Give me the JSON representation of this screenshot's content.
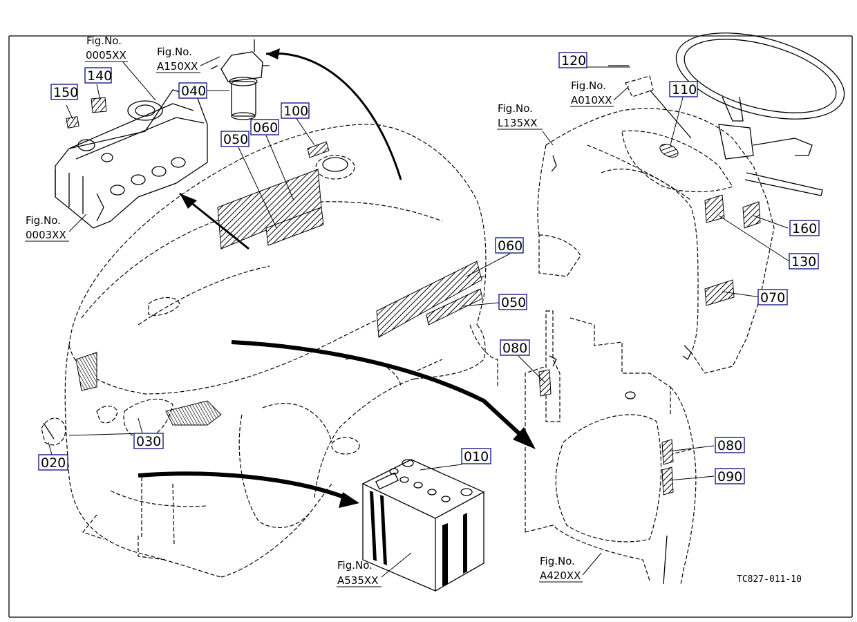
{
  "figure_refs": {
    "f0005": {
      "line1": "Fig.No.",
      "line2": "0005XX"
    },
    "fa150": {
      "line1": "Fig.No.",
      "line2": "A150XX"
    },
    "f0003": {
      "line1": "Fig.No.",
      "line2": "0003XX"
    },
    "fa010": {
      "line1": "Fig.No.",
      "line2": "A010XX"
    },
    "fl135": {
      "line1": "Fig.No.",
      "line2": "L135XX"
    },
    "fa535": {
      "line1": "Fig.No.",
      "line2": "A535XX"
    },
    "fa420": {
      "line1": "Fig.No.",
      "line2": "A420XX"
    }
  },
  "parts": {
    "p150": "150",
    "p140": "140",
    "p040": "040",
    "p100": "100",
    "p050_top": "050",
    "p060_top": "060",
    "p060_side": "060",
    "p050_side": "050",
    "p120": "120",
    "p110": "110",
    "p160": "160",
    "p130": "130",
    "p070": "070",
    "p080_left": "080",
    "p080_right": "080",
    "p090": "090",
    "p010": "010",
    "p030": "030",
    "p020": "020"
  },
  "drawing_code": "TC827-011-10",
  "colors": {
    "label_border": "#1a1a8c",
    "ink": "#000000",
    "paper": "#ffffff"
  }
}
